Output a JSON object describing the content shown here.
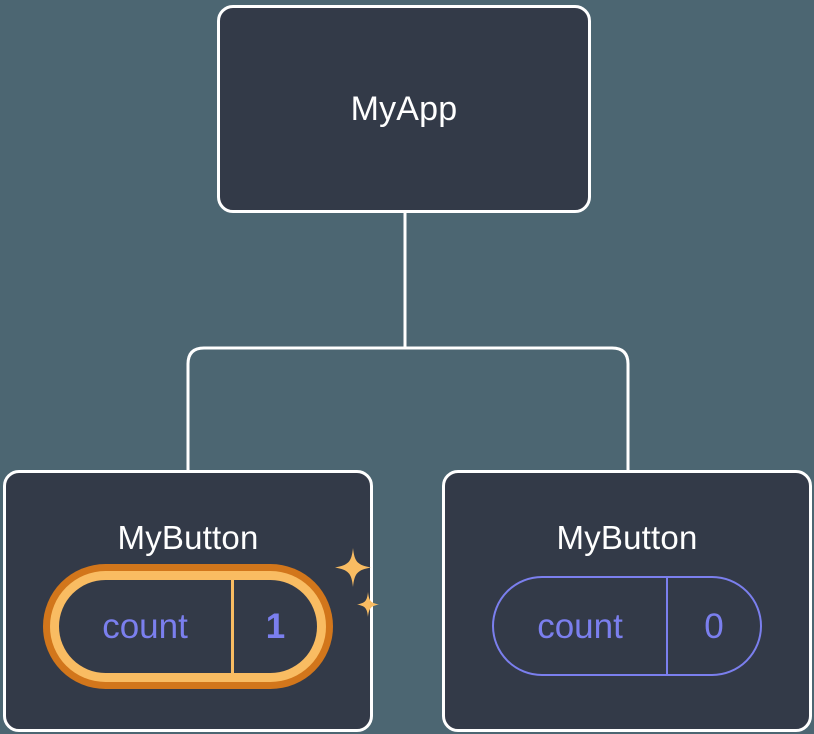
{
  "diagram": {
    "type": "component-tree",
    "background_color": "#4c6672",
    "node_fill_color": "#333a48",
    "node_border_color": "#ffffff",
    "state_color": "#7b7fee",
    "highlight_outer_color": "#d2761b",
    "highlight_inner_color": "#f9bc62",
    "root": {
      "title": "MyApp"
    },
    "children": [
      {
        "title": "MyButton",
        "state": {
          "key": "count",
          "value": "1"
        },
        "highlighted": true,
        "sparkle_icons": [
          "sparkle-large-icon",
          "sparkle-small-icon"
        ]
      },
      {
        "title": "MyButton",
        "state": {
          "key": "count",
          "value": "0"
        },
        "highlighted": false
      }
    ]
  }
}
